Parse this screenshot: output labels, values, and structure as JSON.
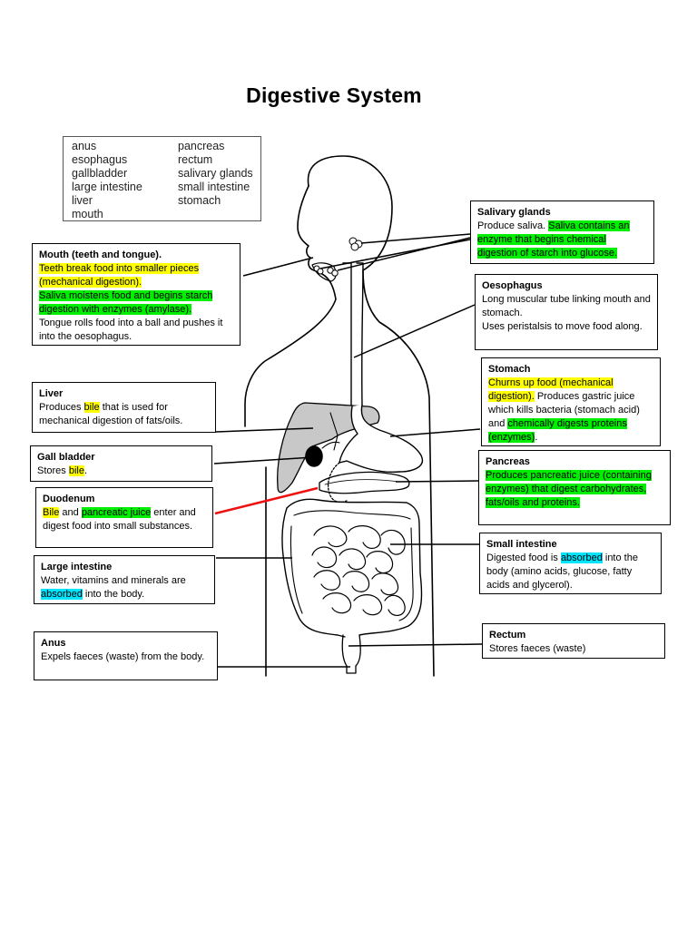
{
  "title": "Digestive System",
  "word_bank": {
    "column1": [
      "anus",
      "esophagus",
      "gallbladder",
      "large intestine",
      "liver",
      "mouth"
    ],
    "column2": [
      "pancreas",
      "rectum",
      "salivary glands",
      "small intestine",
      "stomach"
    ]
  },
  "colors": {
    "yellow_highlight": "#ffff00",
    "green_highlight": "#00ee00",
    "cyan_highlight": "#00e5ff",
    "liver_fill": "#c8c8c8",
    "duodenum_pointer": "#ee1111"
  },
  "labels": {
    "mouth": {
      "heading": "Mouth (teeth and tongue).",
      "p1": "Teeth break food into smaller pieces (mechanical digestion).",
      "p2": "Saliva moistens food and begins starch digestion with enzymes (amylase).",
      "p3": "Tongue rolls food into a ball and pushes it into the oesophagus."
    },
    "salivary": {
      "heading": "Salivary glands",
      "t1": "Produce saliva. ",
      "t2": "Saliva contains an enzyme that begins chemical digestion of starch into glucose."
    },
    "oesophagus": {
      "heading": "Oesophagus",
      "p1": "Long muscular tube linking mouth and stomach.",
      "p2": "Uses peristalsis to move food along."
    },
    "stomach": {
      "heading": "Stomach",
      "t1": "Churns up food (mechanical digestion).",
      "t2": " Produces gastric juice which kills bacteria (stomach acid) and ",
      "t3": "chemically digests proteins (enzymes)",
      "t4": "."
    },
    "liver": {
      "heading": "Liver",
      "t1": "Produces ",
      "t2": "bile",
      "t3": " that is used for mechanical digestion of fats/oils."
    },
    "gall": {
      "heading": "Gall bladder",
      "t1": "Stores ",
      "t2": "bile",
      "t3": "."
    },
    "pancreas": {
      "heading": "Pancreas",
      "t1": "Produces pancreatic juice (containing enzymes) that digest carbohydrates, fats/oils and proteins."
    },
    "duodenum": {
      "heading": "Duodenum",
      "t1": "Bile",
      "t2": " and ",
      "t3": "pancreatic juice",
      "t4": " enter and digest food into small substances."
    },
    "small": {
      "heading": "Small intestine",
      "t1": "Digested food is ",
      "t2": "absorbed",
      "t3": " into the body (amino acids, glucose, fatty acids and glycerol)."
    },
    "large": {
      "heading": "Large intestine",
      "t1": "Water, vitamins and minerals are ",
      "t2": "absorbed",
      "t3": " into the body."
    },
    "rectum": {
      "heading": "Rectum",
      "t1": "Stores faeces (waste)"
    },
    "anus": {
      "heading": "Anus",
      "t1": "Expels faeces (waste) from the body."
    }
  }
}
